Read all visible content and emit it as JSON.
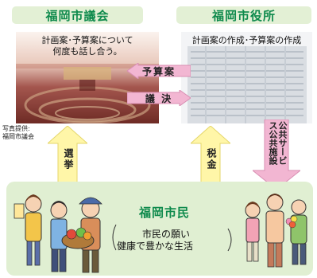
{
  "council_title": "福岡市議会",
  "office_title": "福岡市役所",
  "council_text_line1": "計画案･予算案について",
  "council_text_line2": "何度も話し合う。",
  "office_text": "計画案の作成･予算案の作成",
  "arrow_budget": "予算案",
  "arrow_resolution": "議 決",
  "photo_credit_line1": "写真提供:",
  "photo_credit_line2": "福岡市議会",
  "arrow_election": "選挙",
  "arrow_tax": "税金",
  "arrow_services": "公共サービス公共施設",
  "citizens_title": "福岡市民",
  "citizens_wish_line1": "市民の願い",
  "citizens_wish_line2": "健康で豊かな生活",
  "colors": {
    "title_green": "#0e8a4c",
    "title_bg": "#e3f0d5",
    "arrow_yellow": "#fff6a8",
    "arrow_pink": "#f2b6d2"
  }
}
